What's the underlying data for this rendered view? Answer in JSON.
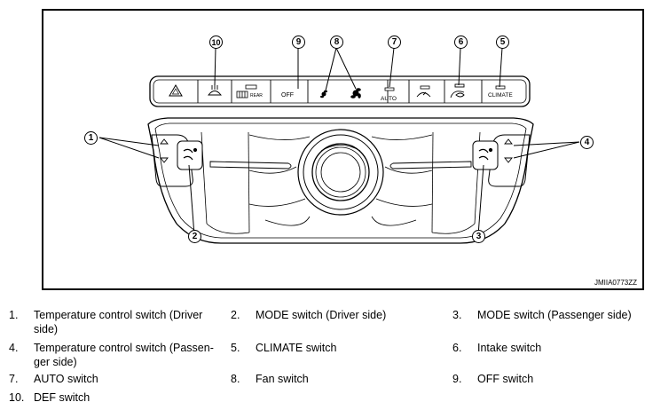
{
  "figure": {
    "code": "JMIIA0773ZZ",
    "callouts": [
      "1",
      "2",
      "3",
      "4",
      "5",
      "6",
      "7",
      "8",
      "9",
      "10"
    ],
    "buttons": {
      "off": "OFF",
      "auto": "AUTO",
      "climate": "CLIMATE",
      "rear": "REAR"
    }
  },
  "legend": [
    {
      "num": "1.",
      "lines": [
        "Temperature control switch (Driver",
        "side)"
      ]
    },
    {
      "num": "2.",
      "lines": [
        "MODE switch (Driver side)"
      ]
    },
    {
      "num": "3.",
      "lines": [
        "MODE switch (Passenger side)"
      ]
    },
    {
      "num": "4.",
      "lines": [
        "Temperature control switch (Passen-",
        "ger side)"
      ]
    },
    {
      "num": "5.",
      "lines": [
        "CLIMATE switch"
      ]
    },
    {
      "num": "6.",
      "lines": [
        "Intake switch"
      ]
    },
    {
      "num": "7.",
      "lines": [
        "AUTO switch"
      ]
    },
    {
      "num": "8.",
      "lines": [
        "Fan switch"
      ]
    },
    {
      "num": "9.",
      "lines": [
        "OFF switch"
      ]
    },
    {
      "num": "10.",
      "lines": [
        "DEF switch"
      ]
    }
  ]
}
